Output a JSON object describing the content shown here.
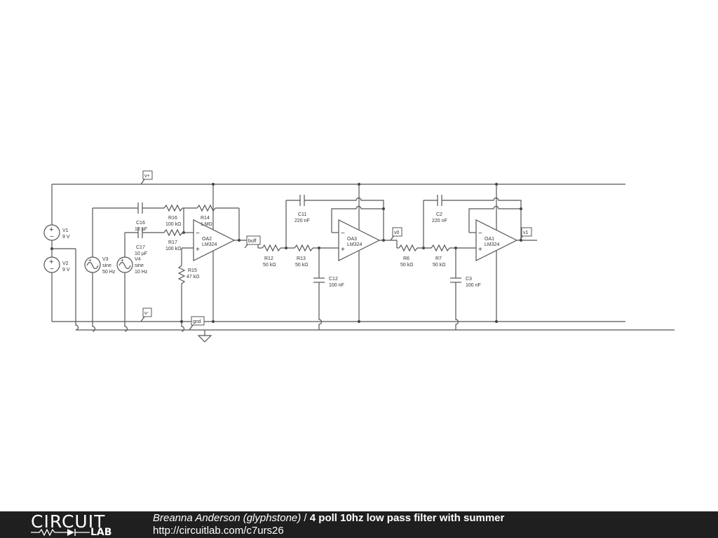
{
  "schematic": {
    "net_labels": [
      "v+",
      "v-",
      "gnd",
      "buff",
      "v0",
      "v1"
    ],
    "components": {
      "V1": {
        "name": "V1",
        "value": "9 V"
      },
      "V2": {
        "name": "V2",
        "value": "9 V"
      },
      "V3": {
        "name": "V3",
        "type": "sine",
        "value": "50 Hz"
      },
      "V4": {
        "name": "V4",
        "type": "sine",
        "value": "10 Hz"
      },
      "C16": {
        "name": "C16",
        "value": "10 µF"
      },
      "C17": {
        "name": "C17",
        "value": "10 µF"
      },
      "R16": {
        "name": "R16",
        "value": "100 kΩ"
      },
      "R17": {
        "name": "R17",
        "value": "100 kΩ"
      },
      "R14": {
        "name": "R14",
        "value": "1 MΩ"
      },
      "R15": {
        "name": "R15",
        "value": "47 kΩ"
      },
      "OA2": {
        "name": "OA2",
        "model": "LM324"
      },
      "R12": {
        "name": "R12",
        "value": "50 kΩ"
      },
      "R13": {
        "name": "R13",
        "value": "50 kΩ"
      },
      "C11": {
        "name": "C11",
        "value": "220 nF"
      },
      "C12": {
        "name": "C12",
        "value": "100 nF"
      },
      "OA3": {
        "name": "OA3",
        "model": "LM324"
      },
      "R6": {
        "name": "R6",
        "value": "50 kΩ"
      },
      "R7": {
        "name": "R7",
        "value": "50 kΩ"
      },
      "C2": {
        "name": "C2",
        "value": "220 nF"
      },
      "C3": {
        "name": "C3",
        "value": "100 nF"
      },
      "OA1": {
        "name": "OA1",
        "model": "LM324"
      }
    }
  },
  "footer": {
    "logo_top": "CIRCUIT",
    "logo_bottom": "LAB",
    "author": "Breanna Anderson (glyphstone)",
    "separator": " / ",
    "title": "4 poll 10hz low pass filter with summer",
    "url": "http://circuitlab.com/c7urs26"
  }
}
